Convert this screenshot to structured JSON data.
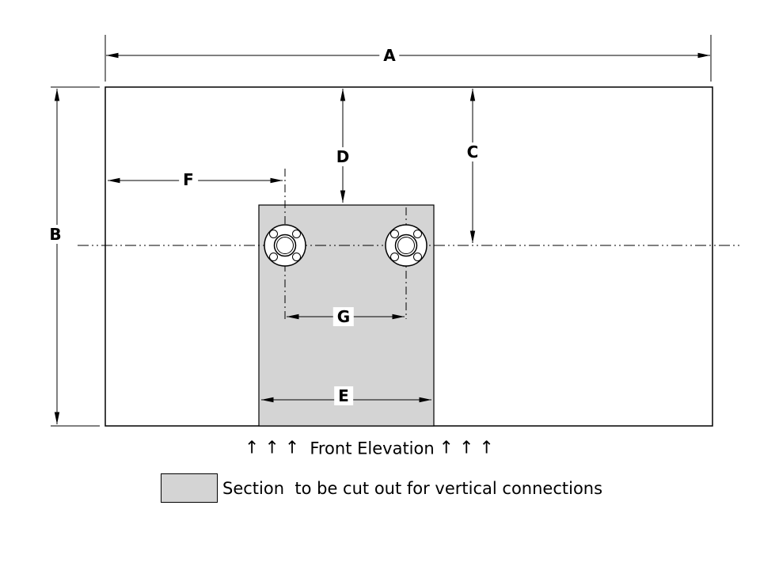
{
  "diagram": {
    "dimension_labels": {
      "A": "A",
      "B": "B",
      "C": "C",
      "D": "D",
      "E": "E",
      "F": "F",
      "G": "G"
    },
    "caption": {
      "arrows_left": "↑↑↑",
      "title": "Front Elevation",
      "arrows_right": "↑↑↑"
    },
    "legend": {
      "text": "Section  to be cut out for vertical connections"
    },
    "colors": {
      "line": "#000000",
      "cutout_fill": "#d4d4d4",
      "background": "#ffffff"
    }
  }
}
